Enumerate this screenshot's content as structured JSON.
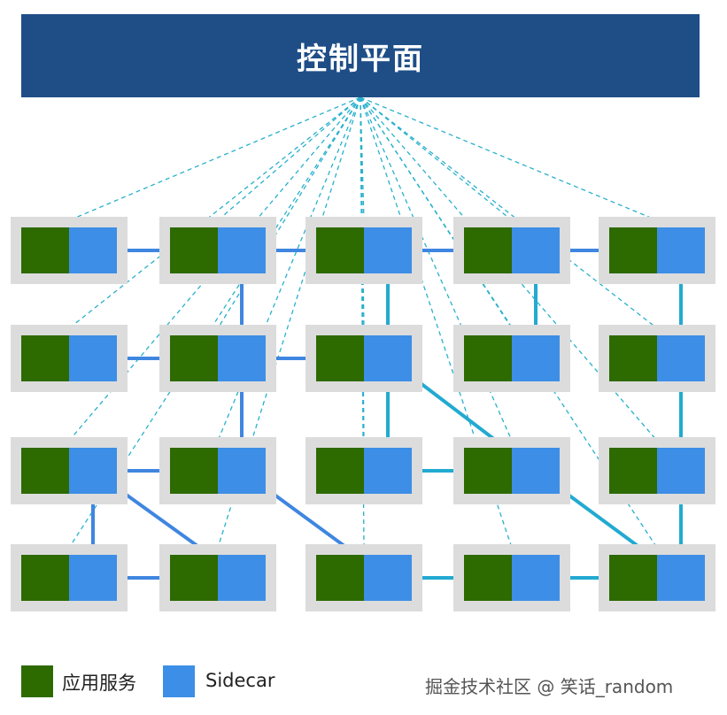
{
  "control_plane": {
    "label": "控制平面"
  },
  "colors": {
    "control_plane": "#1f4e87",
    "app_service": "#2d6a00",
    "sidecar": "#3d8ee6",
    "pod_background": "#dcdcdc",
    "control_link": "#28b0cc",
    "mesh_link_blue": "#3f86e0",
    "mesh_link_cyan": "#22aad1"
  },
  "legend": {
    "app_service_label": "应用服务",
    "sidecar_label": "Sidecar"
  },
  "watermark": "掘金技术社区 @ 笑话_random",
  "grid": {
    "rows": 4,
    "cols": 5
  },
  "mesh_links": [
    {
      "from": [
        0,
        0
      ],
      "to": [
        0,
        1
      ],
      "tone": "blue"
    },
    {
      "from": [
        0,
        1
      ],
      "to": [
        0,
        2
      ],
      "tone": "blue"
    },
    {
      "from": [
        0,
        2
      ],
      "to": [
        0,
        3
      ],
      "tone": "blue"
    },
    {
      "from": [
        0,
        3
      ],
      "to": [
        0,
        4
      ],
      "tone": "blue"
    },
    {
      "from": [
        0,
        1
      ],
      "to": [
        1,
        1
      ],
      "tone": "blue"
    },
    {
      "from": [
        0,
        2
      ],
      "to": [
        1,
        2
      ],
      "tone": "cyan"
    },
    {
      "from": [
        0,
        3
      ],
      "to": [
        1,
        3
      ],
      "tone": "cyan"
    },
    {
      "from": [
        0,
        4
      ],
      "to": [
        1,
        4
      ],
      "tone": "cyan"
    },
    {
      "from": [
        1,
        0
      ],
      "to": [
        1,
        1
      ],
      "tone": "blue"
    },
    {
      "from": [
        1,
        1
      ],
      "to": [
        1,
        2
      ],
      "tone": "blue"
    },
    {
      "from": [
        1,
        1
      ],
      "to": [
        2,
        1
      ],
      "tone": "blue"
    },
    {
      "from": [
        1,
        2
      ],
      "to": [
        2,
        2
      ],
      "tone": "cyan"
    },
    {
      "from": [
        1,
        2
      ],
      "to": [
        2,
        3
      ],
      "tone": "cyan"
    },
    {
      "from": [
        1,
        4
      ],
      "to": [
        2,
        4
      ],
      "tone": "cyan"
    },
    {
      "from": [
        2,
        0
      ],
      "to": [
        2,
        1
      ],
      "tone": "blue"
    },
    {
      "from": [
        2,
        2
      ],
      "to": [
        2,
        3
      ],
      "tone": "cyan"
    },
    {
      "from": [
        2,
        0
      ],
      "to": [
        3,
        0
      ],
      "tone": "blue"
    },
    {
      "from": [
        2,
        0
      ],
      "to": [
        3,
        1
      ],
      "tone": "blue"
    },
    {
      "from": [
        2,
        1
      ],
      "to": [
        3,
        2
      ],
      "tone": "blue"
    },
    {
      "from": [
        2,
        3
      ],
      "to": [
        3,
        4
      ],
      "tone": "cyan"
    },
    {
      "from": [
        2,
        4
      ],
      "to": [
        3,
        4
      ],
      "tone": "cyan"
    },
    {
      "from": [
        3,
        0
      ],
      "to": [
        3,
        1
      ],
      "tone": "blue"
    },
    {
      "from": [
        3,
        2
      ],
      "to": [
        3,
        3
      ],
      "tone": "cyan"
    },
    {
      "from": [
        3,
        3
      ],
      "to": [
        3,
        4
      ],
      "tone": "cyan"
    }
  ]
}
